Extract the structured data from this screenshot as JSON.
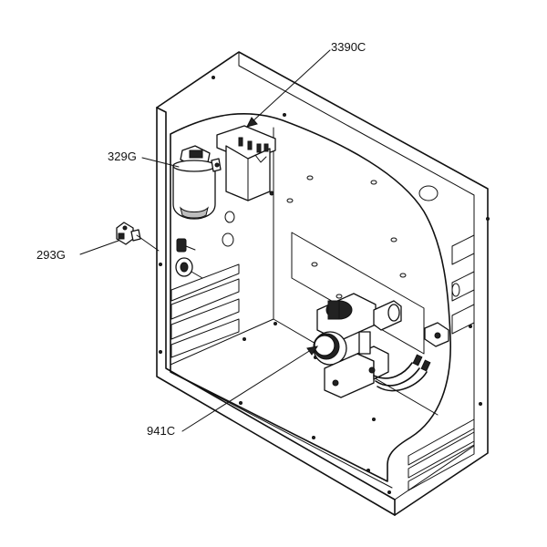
{
  "callouts": {
    "c3390c": "3390C",
    "c329g": "329G",
    "c293g": "293G",
    "c941c": "941C"
  }
}
